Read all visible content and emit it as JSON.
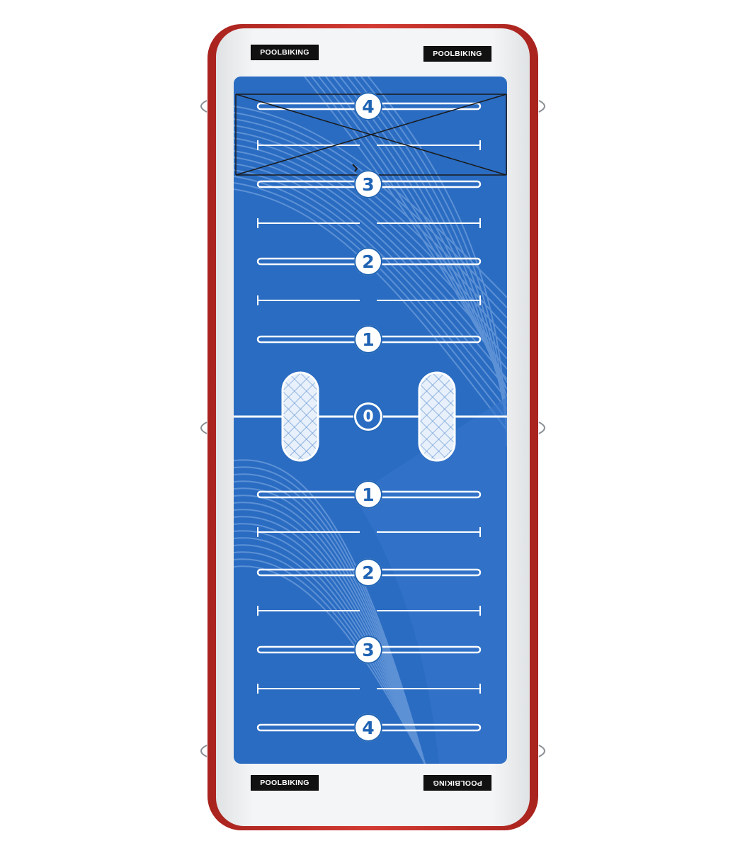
{
  "brand": {
    "logo_text": "POOLBIKING"
  },
  "markers": {
    "top": [
      "4",
      "3",
      "2",
      "1"
    ],
    "center": "0",
    "bottom": [
      "1",
      "2",
      "3",
      "4"
    ]
  },
  "colors": {
    "background": "#ffffff",
    "mat_body": "#eef0f1",
    "rim": "#c8312b",
    "deck_blue": "#2a6cc2",
    "marker_blue": "#1f63b3",
    "logo_bg": "#111111"
  }
}
